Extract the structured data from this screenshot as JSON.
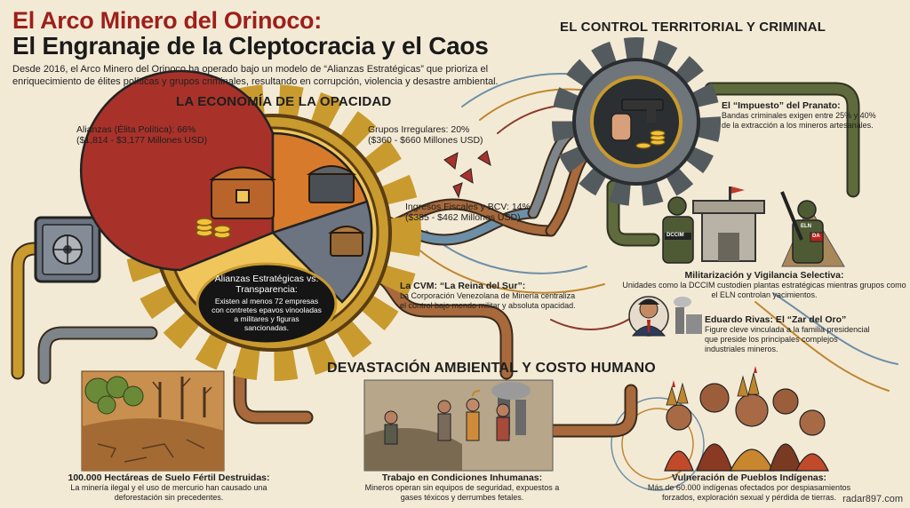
{
  "title": {
    "line1": "El Arco Minero del Orinoco:",
    "line2": "El Engranaje de la Cleptocracia y el Caos"
  },
  "intro": "Desde 2016, el Arco Minero del Orinoco ha operado bajo un modelo de “Alianzas Estratégicas” que prioriza el enriquecimiento de élites políticas y grupos criminales, resultando en corrupción, violencia y desastre ambiental.",
  "sections": {
    "economy": "LA ECONOMÍA DE LA OPACIDAD",
    "control": "EL CONTROL TERRITORIAL Y CRIMINAL",
    "environment": "DEVASTACIÓN AMBIENTAL Y COSTO HUMANO"
  },
  "economy": {
    "alianzas": {
      "label": "Alianzas (Élita Política): 66%",
      "range": "($1,814 - $3,177 Millones USD)",
      "share": 66
    },
    "grupos": {
      "label": "Grupos Irregulares: 20%",
      "range": "($360 - $660 Millones USD)",
      "share": 20
    },
    "fiscales": {
      "label": "Ingresos Fiscales y BCV: 14%",
      "range": "($385 - $462 Millones USD)",
      "share": 14
    },
    "gear_note": {
      "heading": "Alianzas Estratégicas vs. Transparencia:",
      "body": "Existen al menos 72 empresas con contretes epavos vinooladas a militares y figuras sancionadas."
    },
    "cvm": {
      "heading": "La CVM: “La Reina del Sur”:",
      "body": "La Corporación Venezolana de Minería centraliza el control bajo mendo militar y absoluta opacidad."
    }
  },
  "control": {
    "impuesto": {
      "heading": "El “Impuesto” del Pranato:",
      "body": "Bandas criminales exigen entre 25% y 40% de la extracción a los mineros artesanales."
    },
    "militarizacion": {
      "heading": "Militarización y Vigilancia Selectiva:",
      "body": "Unidades como la DCCIM custodien plantas estratégicas mientras grupos como el ELN controlan yacimientos."
    },
    "rivas": {
      "heading": "Eduardo Rivas: El “Zar del Oro”",
      "body": "Figure cleve vinculada a la familia presidencial que preside los principales complejos industriales mineros."
    },
    "soldier_tags": [
      "DCCIM",
      "ELN",
      "DA"
    ]
  },
  "environment": {
    "hectareas": {
      "heading": "100.000 Hectáreas de Suelo Fértil Destruidas:",
      "body": "La minería ilegal y el uso de mercurio han causado una deforestación sin precedentes."
    },
    "trabajo": {
      "heading": "Trabajo en Condiciones Inhumanas:",
      "body": "Mineros operan sin equipos de seguridad, expuestos a gases téxicos y derrumbes fetales."
    },
    "indigenas": {
      "heading": "Vulneración de Pueblos Indígenas:",
      "body": "Más de 60.000 indígenas ofectados por despiasamientos forzados, exploración sexual y pérdida de tierras."
    }
  },
  "credit": "radar897.com",
  "colors": {
    "title_red": "#9e1f1a",
    "gear_gold": "#c99a2e",
    "gear_dark": "#545b5f",
    "slice_red": "#a8322a",
    "slice_orange": "#d87a2c",
    "slice_gray": "#6b7480",
    "center_black": "#151515",
    "pipe_copper": "#a86a3c",
    "pipe_green": "#5f6b3c",
    "pipe_gray": "#7e858a",
    "background": "#f3ead6"
  }
}
